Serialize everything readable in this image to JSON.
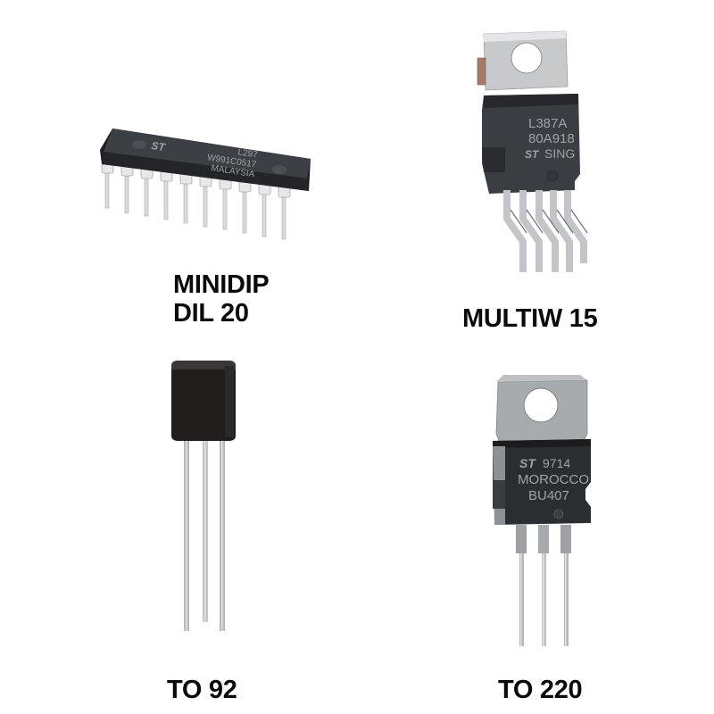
{
  "components": [
    {
      "id": "minidip",
      "label_lines": [
        "MINIDIP",
        "DIL 20"
      ],
      "markings": [
        "L297",
        "W991C0517",
        "MALAYSIA"
      ],
      "logo": "ST",
      "pin_count": 20
    },
    {
      "id": "multiwatt",
      "label_lines": [
        "MULTIW 15"
      ],
      "markings": [
        "L387A",
        "80A918",
        "SING"
      ],
      "logo": "ST",
      "pin_count": 5
    },
    {
      "id": "to92",
      "label_lines": [
        "TO 92"
      ],
      "markings": [],
      "pin_count": 3
    },
    {
      "id": "to220",
      "label_lines": [
        "TO 220"
      ],
      "markings": [
        "9714",
        "MOROCCO",
        "BU407"
      ],
      "logo": "ST",
      "pin_count": 3
    }
  ],
  "colors": {
    "background": "#ffffff",
    "label": "#0a0a0a",
    "body_dark": "#2b2e31",
    "metal_tab": "#c9cbcd",
    "lead": "#b9bcbe",
    "marking": "#9ea3a6"
  }
}
